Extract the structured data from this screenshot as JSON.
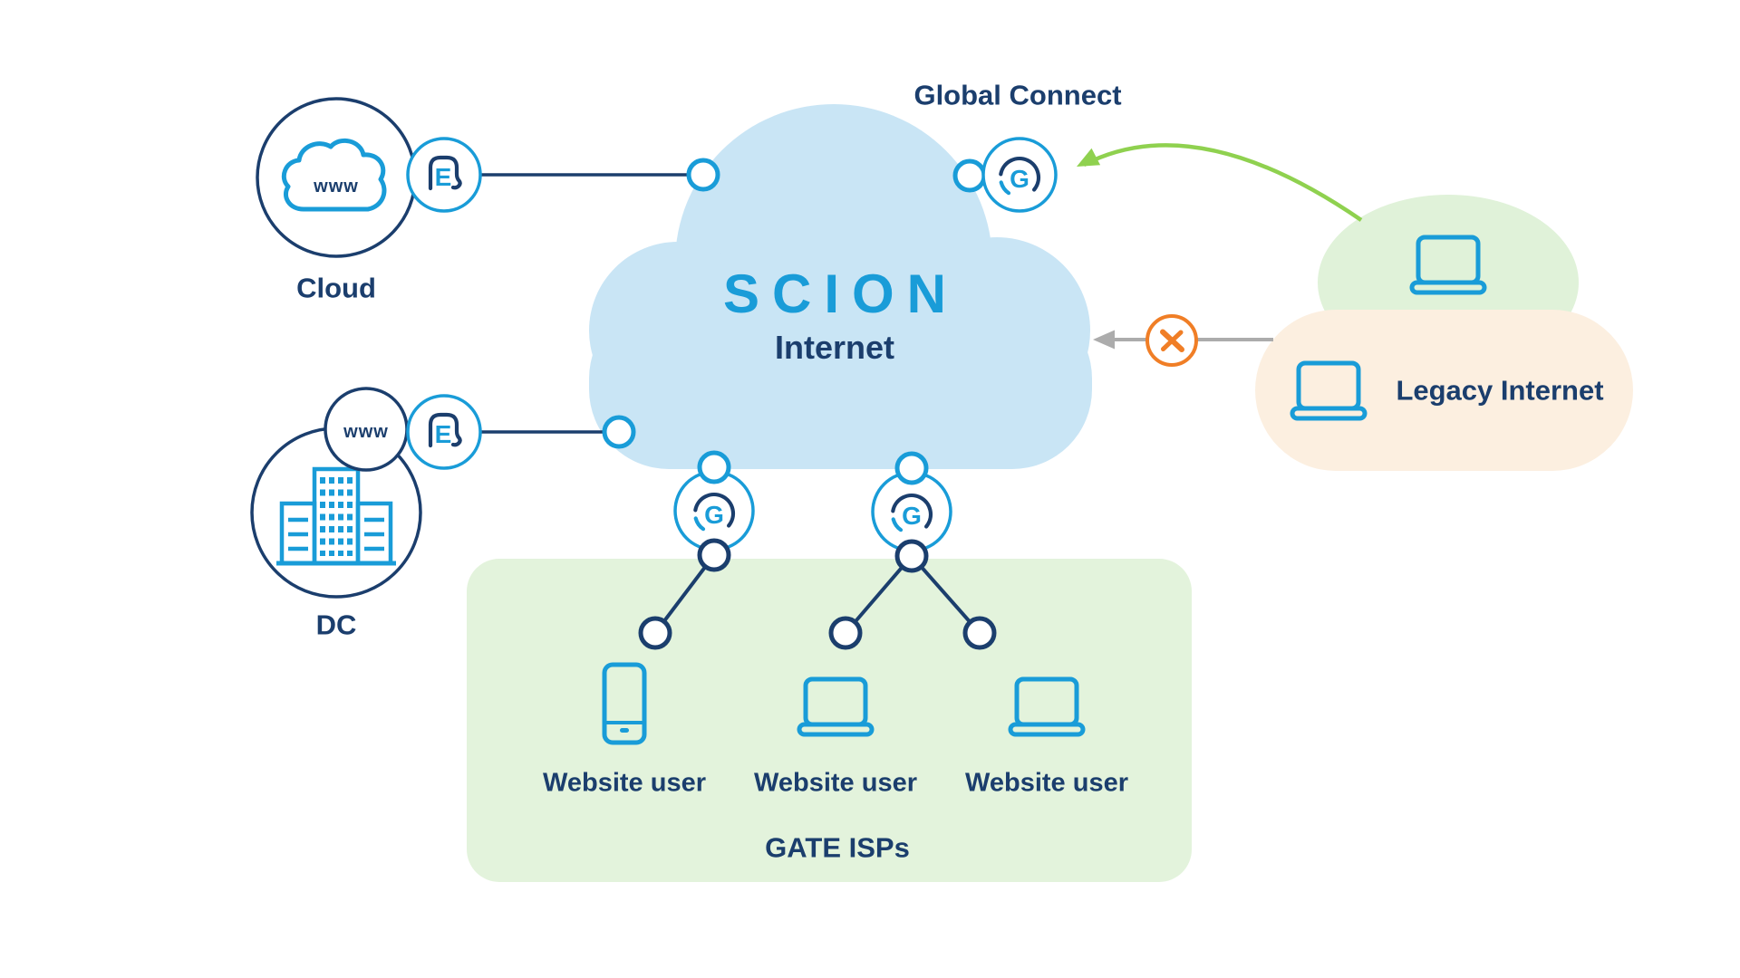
{
  "diagram": {
    "scion_cloud": {
      "title": "SCION",
      "subtitle": "Internet"
    },
    "global_connect": {
      "label": "Global Connect"
    },
    "cloud_node": {
      "label": "Cloud",
      "www": "www"
    },
    "dc_node": {
      "label": "DC",
      "www": "www"
    },
    "legacy": {
      "label": "Legacy Internet"
    },
    "gate_isps": {
      "label": "GATE ISPs",
      "users": [
        "Website user",
        "Website user",
        "Website user"
      ]
    },
    "badges": {
      "endhost": "E",
      "gateway": "G"
    }
  },
  "colors": {
    "navy": "#1B3E6D",
    "bright_blue": "#199CD8",
    "scion_cloud_fill": "#C9E5F5",
    "green_fill": "#E3F3DC",
    "peach_fill": "#FCEFE0",
    "green_arrow": "#8FD14F",
    "gray_arrow": "#ACACAC",
    "blocked_orange": "#F07E26"
  }
}
